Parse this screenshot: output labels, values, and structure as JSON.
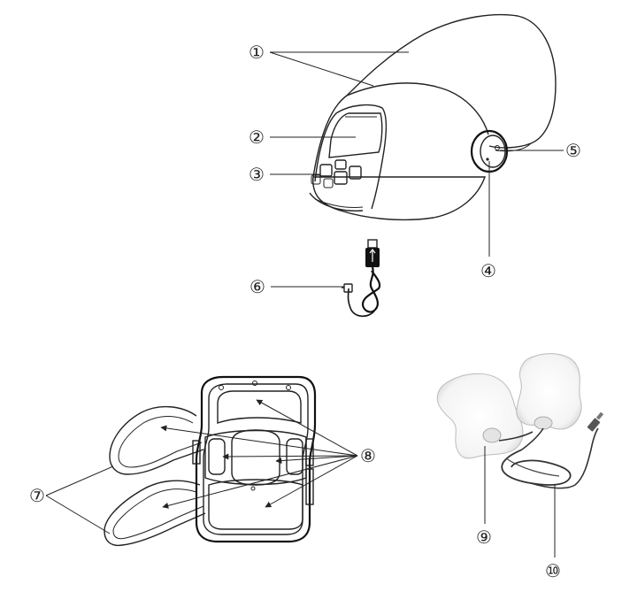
{
  "labels": {
    "l1": "①",
    "l2": "②",
    "l3": "③",
    "l4": "④",
    "l5": "⑤",
    "l6": "⑥",
    "l7": "⑦",
    "l8": "⑧",
    "l9": "⑨",
    "l10": "⑩"
  },
  "colors": {
    "line": "#222222",
    "pad_fill": "#f1f1f1",
    "pad_center": "#e2e2e2",
    "cable": "#333333"
  }
}
